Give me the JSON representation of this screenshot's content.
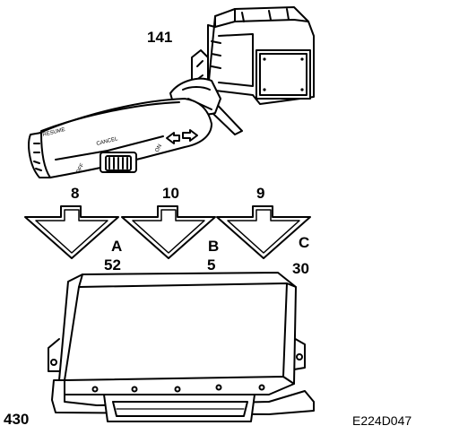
{
  "components": {
    "switch_ref": "141",
    "control_unit_ref": "430"
  },
  "switch_labels": {
    "lever_end": "RESUME",
    "cancel": "CANCEL",
    "on": "ON",
    "off": "OFF"
  },
  "connections": [
    {
      "wire": "8",
      "terminal": "A",
      "pin": "52"
    },
    {
      "wire": "10",
      "terminal": "B",
      "pin": "5"
    },
    {
      "wire": "9",
      "terminal": "C",
      "pin": "30"
    }
  ],
  "figure_code": "E224D047"
}
